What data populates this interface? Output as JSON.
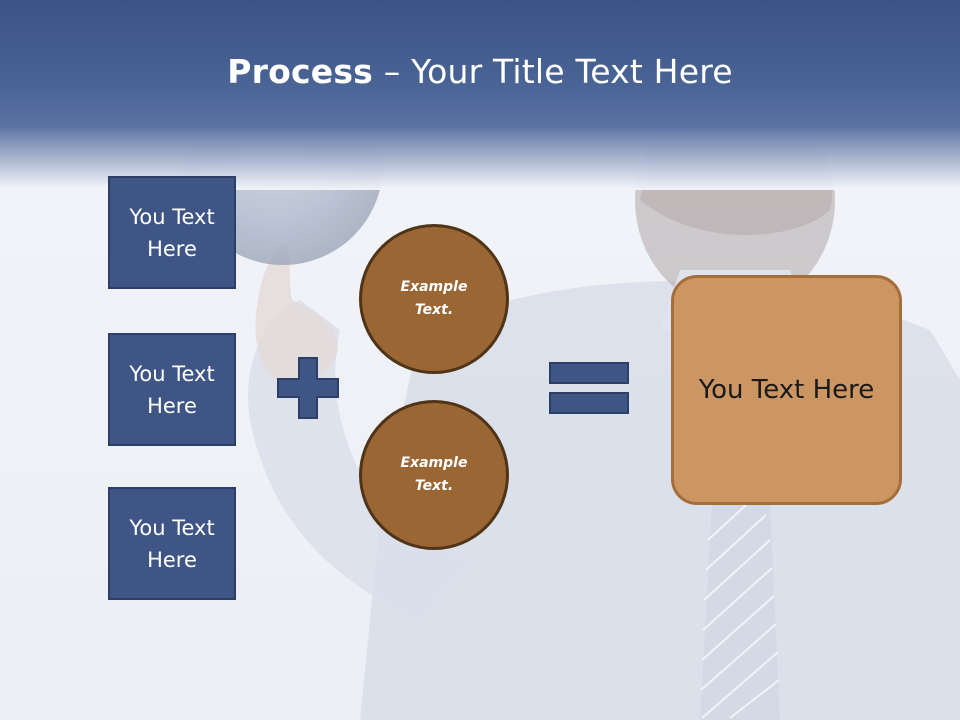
{
  "slide": {
    "title_bold": "Process",
    "title_rest": " – Your Title Text Here"
  },
  "left_boxes": [
    {
      "text": "You Text Here"
    },
    {
      "text": "You Text Here"
    },
    {
      "text": "You Text Here"
    }
  ],
  "circles": [
    {
      "text": "Example Text."
    },
    {
      "text": "Example Text."
    }
  ],
  "result": {
    "text": "You Text Here"
  },
  "colors": {
    "header": "#3b5284",
    "box_fill": "#3f5585",
    "circle_fill": "#9a6634",
    "result_fill": "#cc9662"
  }
}
